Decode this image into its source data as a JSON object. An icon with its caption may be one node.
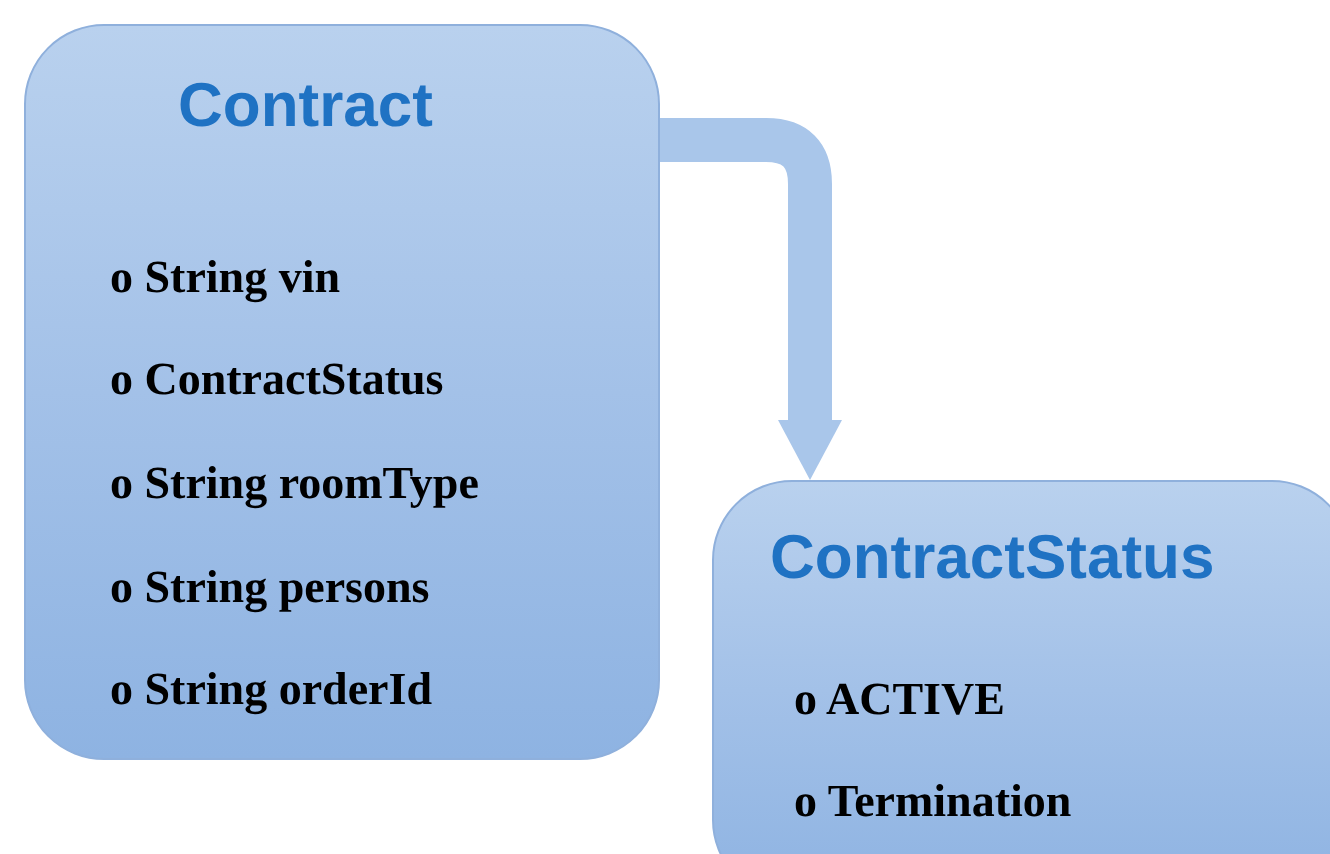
{
  "diagram": {
    "nodes": [
      {
        "text": [
          "Contract",
          "o String vin",
          "o ContractStatus",
          "o String roomType",
          "o String persons",
          "o String orderId"
        ]
      },
      {
        "text": [
          "ContractStatus",
          "o ACTIVE",
          "o Termination"
        ]
      }
    ],
    "edges": [
      {
        "from": 0,
        "to": 1,
        "arrow": "to"
      }
    ]
  }
}
